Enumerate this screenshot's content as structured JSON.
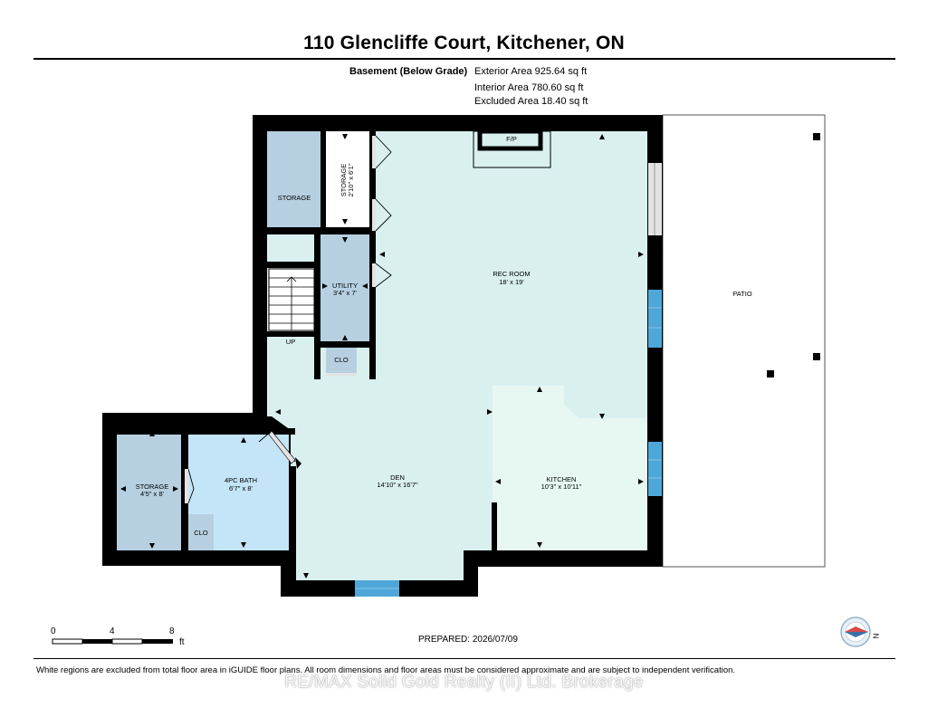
{
  "header": {
    "address": "110 Glencliffe Court, Kitchener, ON"
  },
  "level": {
    "name": "Basement (Below Grade)",
    "exterior_area": "Exterior Area 925.64 sq ft",
    "interior_area": "Interior Area 780.60 sq ft",
    "excluded_area": "Excluded Area 18.40 sq ft"
  },
  "rooms": {
    "storage_top": {
      "name": "STORAGE"
    },
    "storage_closet": {
      "name": "STORAGE",
      "dims": "2'10\" x 6'1\""
    },
    "utility": {
      "name": "UTILITY",
      "dims": "3'4\" x 7'"
    },
    "rec_room": {
      "name": "REC ROOM",
      "dims": "18' x 19'"
    },
    "fireplace": {
      "name": "F/P"
    },
    "patio": {
      "name": "PATIO"
    },
    "stairs": {
      "name": "UP"
    },
    "clo_upper": {
      "name": "CLO"
    },
    "storage_left": {
      "name": "STORAGE",
      "dims": "4'5\" x 8'"
    },
    "bath": {
      "name": "4PC BATH",
      "dims": "6'7\" x 8'"
    },
    "clo_lower": {
      "name": "CLO"
    },
    "den": {
      "name": "DEN",
      "dims": "14'10\" x 16'7\""
    },
    "kitchen": {
      "name": "KITCHEN",
      "dims": "10'3\" x 10'11\""
    }
  },
  "scale_bar": {
    "ticks": [
      "0",
      "4",
      "8"
    ],
    "unit": "ft"
  },
  "compass": {
    "label": "N",
    "icon": "north-arrow-icon"
  },
  "footer": {
    "prepared": "PREPARED: 2026/07/09",
    "disclaimer": "White regions are excluded from total floor area in iGUIDE floor plans. All room dimensions and floor areas must be considered approximate and are subject to independent verification.",
    "watermark": "RE/MAX Solid Gold Realty (II) Ltd. Brokerage"
  },
  "colors": {
    "wall": "#000000",
    "main_floor": "#d9f0ef",
    "kitchen_floor": "#e7f8f2",
    "storage": "#b6d0e2",
    "bath": "#c4e4f7",
    "window": "#4ea7d8",
    "excluded": "#ffffff"
  }
}
